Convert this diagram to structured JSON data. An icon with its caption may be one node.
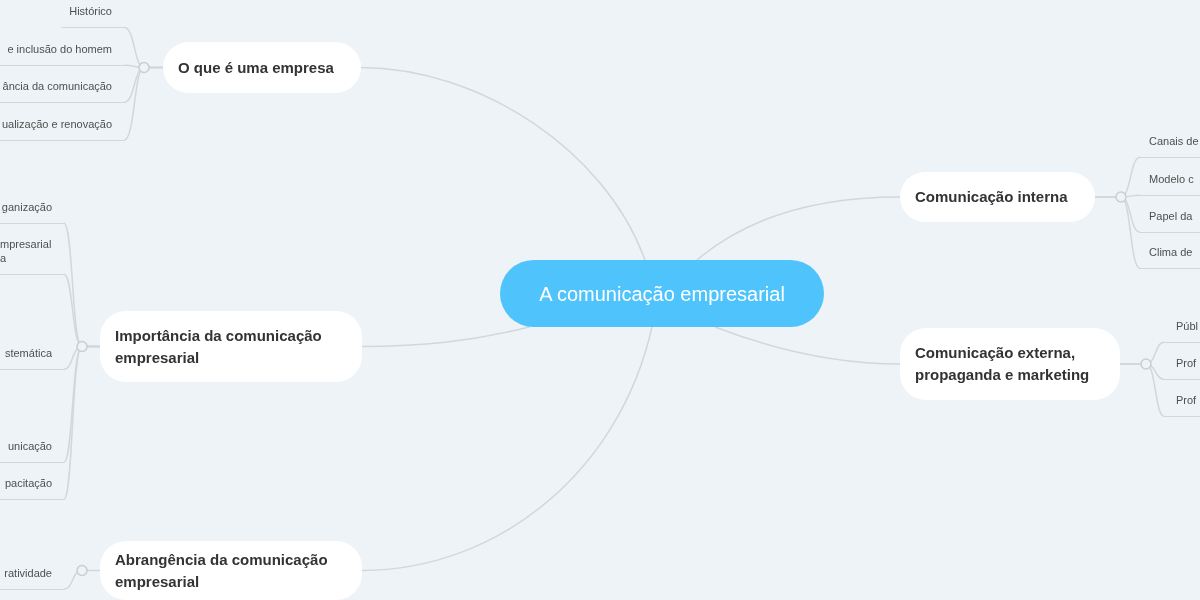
{
  "diagram": {
    "nodes": [
      {
        "text": [
          "A comunicação empresarial"
        ]
      },
      {
        "text": [
          "O que é uma empresa"
        ]
      },
      {
        "text": [
          "Histórico"
        ]
      },
      {
        "text": [
          "e inclusão do homem"
        ]
      },
      {
        "text": [
          "ância da comunicação"
        ]
      },
      {
        "text": [
          "ualização e renovação"
        ]
      },
      {
        "text": [
          "Importância da comunicação empresarial"
        ]
      },
      {
        "text": [
          "ganização"
        ]
      },
      {
        "text": [
          "mpresarial a"
        ]
      },
      {
        "text": [
          "stemática"
        ]
      },
      {
        "text": [
          "unicação"
        ]
      },
      {
        "text": [
          "pacitação"
        ]
      },
      {
        "text": [
          "Abrangência da comunicação empresarial"
        ]
      },
      {
        "text": [
          "ratividade"
        ]
      },
      {
        "text": [
          "Comunicação interna"
        ]
      },
      {
        "text": [
          "Canais de"
        ]
      },
      {
        "text": [
          "Modelo c"
        ]
      },
      {
        "text": [
          "Papel da"
        ]
      },
      {
        "text": [
          "Clima de"
        ]
      },
      {
        "text": [
          "Comunicação externa, propaganda e marketing"
        ]
      },
      {
        "text": [
          "Públ"
        ]
      },
      {
        "text": [
          "Prof"
        ]
      },
      {
        "text": [
          "Prof"
        ]
      }
    ],
    "edges": [
      {
        "from": 0,
        "to": 1,
        "arrow": "none"
      },
      {
        "from": 1,
        "to": 2,
        "arrow": "none"
      },
      {
        "from": 1,
        "to": 3,
        "arrow": "none"
      },
      {
        "from": 1,
        "to": 4,
        "arrow": "none"
      },
      {
        "from": 1,
        "to": 5,
        "arrow": "none"
      },
      {
        "from": 0,
        "to": 6,
        "arrow": "none"
      },
      {
        "from": 6,
        "to": 7,
        "arrow": "none"
      },
      {
        "from": 6,
        "to": 8,
        "arrow": "none"
      },
      {
        "from": 6,
        "to": 9,
        "arrow": "none"
      },
      {
        "from": 6,
        "to": 10,
        "arrow": "none"
      },
      {
        "from": 6,
        "to": 11,
        "arrow": "none"
      },
      {
        "from": 0,
        "to": 12,
        "arrow": "none"
      },
      {
        "from": 12,
        "to": 13,
        "arrow": "none"
      },
      {
        "from": 0,
        "to": 14,
        "arrow": "none"
      },
      {
        "from": 14,
        "to": 15,
        "arrow": "none"
      },
      {
        "from": 14,
        "to": 16,
        "arrow": "none"
      },
      {
        "from": 14,
        "to": 17,
        "arrow": "none"
      },
      {
        "from": 14,
        "to": 18,
        "arrow": "none"
      },
      {
        "from": 0,
        "to": 19,
        "arrow": "none"
      },
      {
        "from": 19,
        "to": 20,
        "arrow": "none"
      },
      {
        "from": 19,
        "to": 21,
        "arrow": "none"
      },
      {
        "from": 19,
        "to": 22,
        "arrow": "none"
      }
    ]
  }
}
